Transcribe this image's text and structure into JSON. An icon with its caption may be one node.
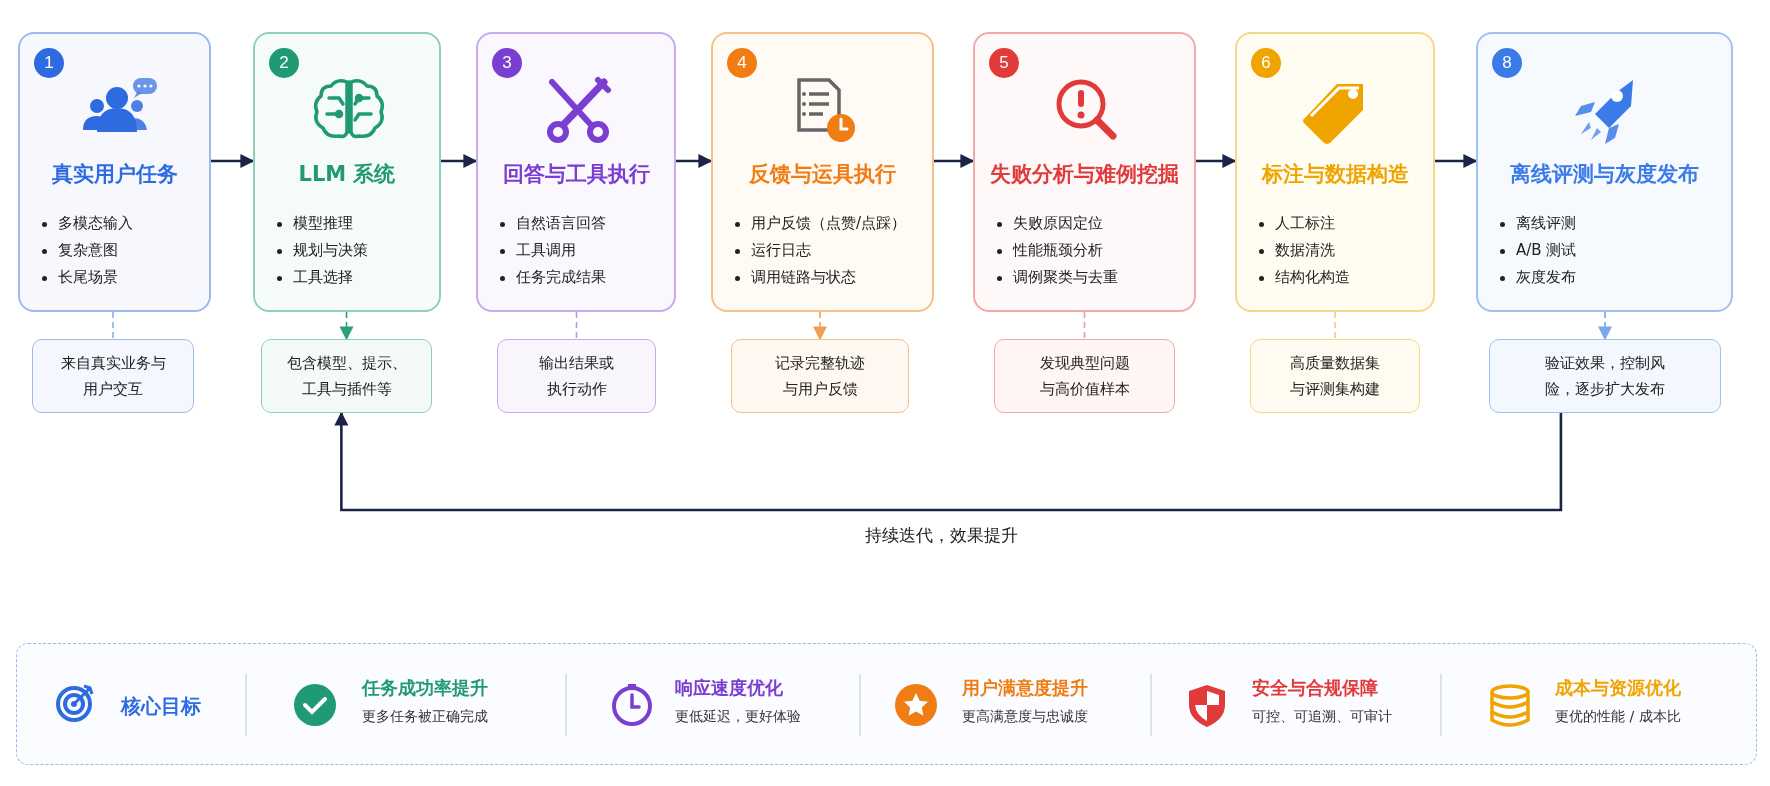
{
  "diagram": {
    "nodes": [
      {
        "text": [
          "1",
          "真实用户任务",
          "多模态输入",
          "复杂意图",
          "长尾场景"
        ]
      },
      {
        "text": [
          "2",
          "LLM 系统",
          "模型推理",
          "规划与决策",
          "工具选择"
        ]
      },
      {
        "text": [
          "3",
          "回答与工具执行",
          "自然语言回答",
          "工具调用",
          "任务完成结果"
        ]
      },
      {
        "text": [
          "4",
          "反馈与运具执行",
          "用户反馈（点赞/点踩）",
          "运行日志",
          "调用链路与状态"
        ]
      },
      {
        "text": [
          "5",
          "失败分析与难例挖掘",
          "失败原因定位",
          "性能瓶颈分析",
          "调例聚类与去重"
        ]
      },
      {
        "text": [
          "6",
          "标注与数据构造",
          "人工标注",
          "数据清洗",
          "结构化构造"
        ]
      },
      {
        "text": [
          "8",
          "离线评测与灰度发布",
          "离线评测",
          "A/B 测试",
          "灰度发布"
        ]
      },
      {
        "text": [
          "来自真实业务与用户交互"
        ]
      },
      {
        "text": [
          "包含模型、提示、工具与插件等"
        ]
      },
      {
        "text": [
          "输出结果或执行动作"
        ]
      },
      {
        "text": [
          "记录完整轨迹与用户反馈"
        ]
      },
      {
        "text": [
          "发现典型问题与高价值样本"
        ]
      },
      {
        "text": [
          "高质量数据集与评测集构建"
        ]
      },
      {
        "text": [
          "验证效果，控制风险，逐步扩大发布"
        ]
      },
      {
        "text": [],
        "shape": "box"
      },
      {
        "text": [
          "核心目标"
        ],
        "in": 14
      },
      {
        "text": [
          "任务成功率提升",
          "更多任务被正确完成"
        ],
        "in": 14
      },
      {
        "text": [
          "响应速度优化",
          "更低延迟，更好体验"
        ],
        "in": 14
      },
      {
        "text": [
          "用户满意度提升",
          "更高满意度与忠诚度"
        ],
        "in": 14
      },
      {
        "text": [
          "安全与合规保障",
          "可控、可追溯、可审计"
        ],
        "in": 14
      },
      {
        "text": [
          "成本与资源优化",
          "更优的性能 / 成本比"
        ],
        "in": 14
      }
    ],
    "edges": [
      {
        "from": 0,
        "to": 1,
        "arrow": "to"
      },
      {
        "from": 1,
        "to": 2,
        "arrow": "to"
      },
      {
        "from": 2,
        "to": 3,
        "arrow": "to"
      },
      {
        "from": 3,
        "to": 4,
        "arrow": "to"
      },
      {
        "from": 4,
        "to": 5,
        "arrow": "to"
      },
      {
        "from": 5,
        "to": 6,
        "arrow": "to"
      },
      {
        "from": 0,
        "to": 7,
        "arrow": "none",
        "style": "dashed",
        "color": "#8fb0ee"
      },
      {
        "from": 1,
        "to": 8,
        "arrow": "to",
        "style": "dashed",
        "color": "#2f9e7c"
      },
      {
        "from": 2,
        "to": 9,
        "arrow": "none",
        "style": "dashed",
        "color": "#b69be6"
      },
      {
        "from": 3,
        "to": 10,
        "arrow": "to",
        "style": "dashed",
        "color": "#f0a050"
      },
      {
        "from": 4,
        "to": 11,
        "arrow": "none",
        "style": "dashed",
        "color": "#ee9a9a"
      },
      {
        "from": 5,
        "to": 12,
        "arrow": "none",
        "style": "dashed",
        "color": "#f3cf7a"
      },
      {
        "from": 6,
        "to": 13,
        "arrow": "to",
        "style": "dashed",
        "color": "#7aa6ee"
      },
      {
        "from": 13,
        "to": 8,
        "arrow": "to",
        "label": "持续迭代，效果提升"
      }
    ]
  }
}
